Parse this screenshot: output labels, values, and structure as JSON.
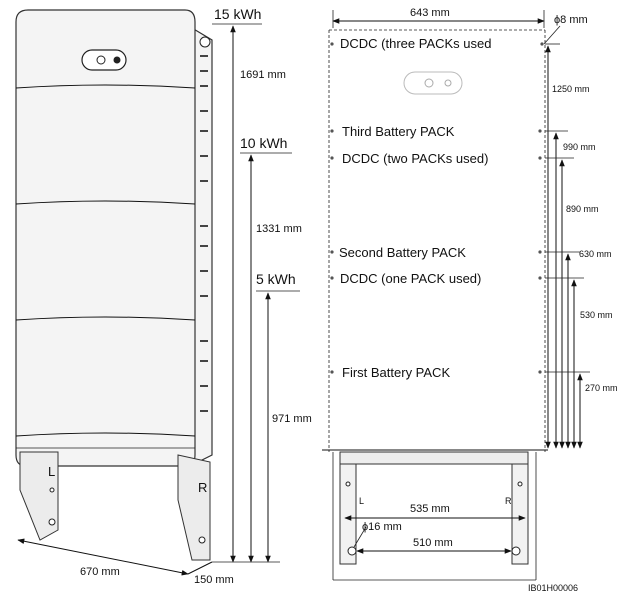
{
  "left_view": {
    "capacity_labels": [
      "15 kWh",
      "10 kWh",
      "5 kWh"
    ],
    "heights": [
      "1691 mm",
      "1331 mm",
      "971 mm"
    ],
    "width": "670 mm",
    "depth": "150 mm",
    "bracket_letters": [
      "L",
      "R"
    ]
  },
  "right_view": {
    "width": "643 mm",
    "hole_diameter_top": "ϕ8 mm",
    "positions": [
      {
        "label": "DCDC (three PACKs used",
        "height": "1250 mm"
      },
      {
        "label": "Third Battery PACK",
        "height": "990 mm"
      },
      {
        "label": "DCDC (two PACKs used)",
        "height": "890 mm"
      },
      {
        "label": "Second Battery PACK",
        "height": "630 mm"
      },
      {
        "label": "DCDC (one PACK used)",
        "height": "530 mm"
      },
      {
        "label": "First Battery PACK",
        "height": "270 mm"
      }
    ],
    "bracket_width": "535 mm",
    "hole_diameter_bottom": "ϕ16 mm",
    "hole_spacing": "510 mm",
    "bracket_letters": [
      "L",
      "R"
    ]
  },
  "figure_id": "IB01H00006"
}
